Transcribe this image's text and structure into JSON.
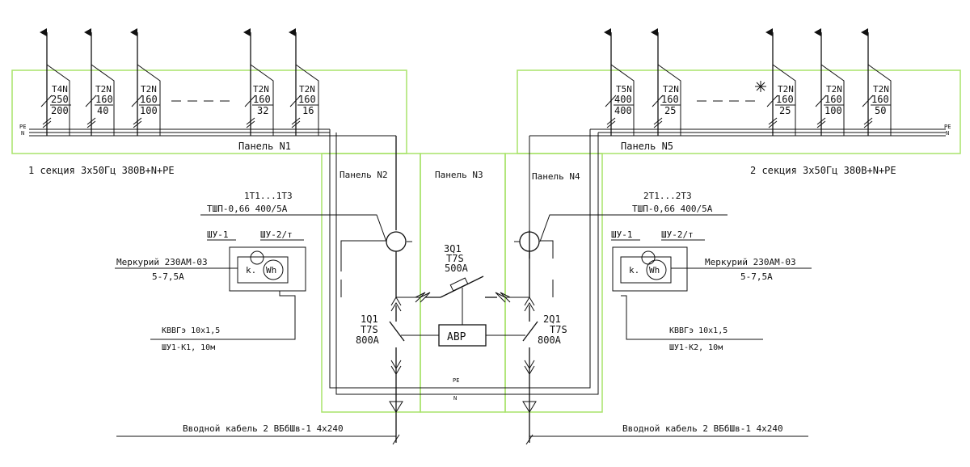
{
  "panels": {
    "p1": "Панель N1",
    "p2": "Панель N2",
    "p3": "Панель N3",
    "p4": "Панель N4",
    "p5": "Панель N5"
  },
  "sections": {
    "left": "1 секция   3х50Гц  380В+N+PE",
    "right": "2 секция   3х50Гц  380В+N+PE"
  },
  "bus_labels": {
    "pe": "PE",
    "n": "N"
  },
  "left_feeders": [
    {
      "type": "T4N",
      "rating": "250",
      "setting": "200"
    },
    {
      "type": "T2N",
      "rating": "160",
      "setting": "40"
    },
    {
      "type": "T2N",
      "rating": "160",
      "setting": "100"
    },
    {
      "type": "T2N",
      "rating": "160",
      "setting": "32"
    },
    {
      "type": "T2N",
      "rating": "160",
      "setting": "16"
    }
  ],
  "right_feeders": [
    {
      "type": "T5N",
      "rating": "400",
      "setting": "400"
    },
    {
      "type": "T2N",
      "rating": "160",
      "setting": "25"
    },
    {
      "type": "T2N",
      "rating": "160",
      "setting": "25"
    },
    {
      "type": "T2N",
      "rating": "160",
      "setting": "100"
    },
    {
      "type": "T2N",
      "rating": "160",
      "setting": "50"
    }
  ],
  "left_metering": {
    "ct_label": "1Т1...1Т3",
    "ct_type": "ТШП-0,66   400/5А",
    "box1": "ШУ-1",
    "box2": "ШУ-2/т",
    "meter": "Меркурий 230АМ-03",
    "meter_range": "5-7,5А",
    "cable": "КВВГэ    10х1,5",
    "cable_ref": "ШУ1-К1, 10м",
    "k_symbol": "k.",
    "wh_symbol": "Wh"
  },
  "right_metering": {
    "ct_label": "2Т1...2Т3",
    "ct_type": "ТШП-0,66   400/5А",
    "box1": "ШУ-1",
    "box2": "ШУ-2/т",
    "meter": "Меркурий 230АМ-03",
    "meter_range": "5-7,5А",
    "cable": "КВВГэ    10х1,5",
    "cable_ref": "ШУ1-К2, 10м",
    "k_symbol": "k.",
    "wh_symbol": "Wh"
  },
  "breakers": {
    "q1": {
      "name": "1Q1",
      "type": "T7S",
      "rating": "800А"
    },
    "q2": {
      "name": "2Q1",
      "type": "T7S",
      "rating": "800А"
    },
    "q3": {
      "name": "3Q1",
      "type": "T7S",
      "rating": "500А"
    }
  },
  "avr_label": "АВР",
  "inputs": {
    "left": "Вводной кабель 2 ВБбШв-1  4х240",
    "right": "Вводной кабель 2 ВБбШв-1  4х240"
  },
  "colors": {
    "panel_outline": "#a8e36a",
    "wire": "#111111"
  }
}
